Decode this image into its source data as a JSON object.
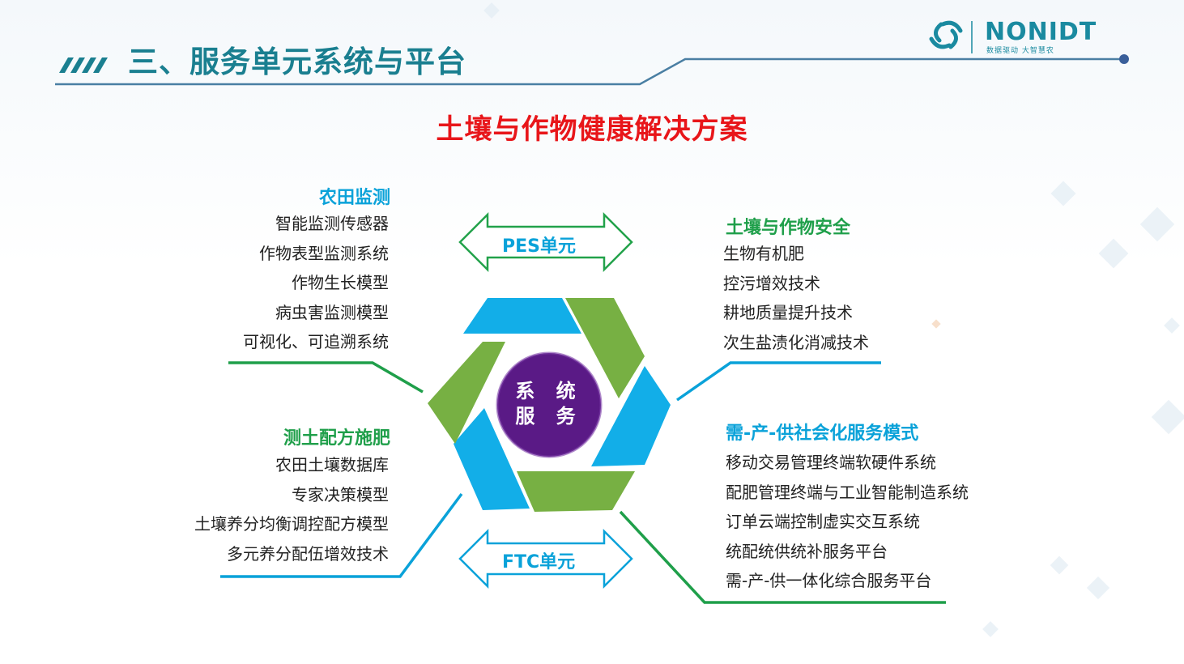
{
  "header": {
    "title": "三、服务单元系统与平台",
    "logo_text": "NONIDT",
    "logo_tagline": "数据驱动 大智慧农"
  },
  "main_title": "土壤与作物健康解决方案",
  "units": {
    "top": "PES单元",
    "bottom": "FTC单元"
  },
  "center": {
    "line1": "系 统",
    "line2": "服 务"
  },
  "sections": {
    "farmland_monitoring": {
      "title": "农田监测",
      "items": [
        "智能监测传感器",
        "作物表型监测系统",
        "作物生长模型",
        "病虫害监测模型",
        "可视化、可追溯系统"
      ]
    },
    "soil_fertilization": {
      "title": "测土配方施肥",
      "items": [
        "农田土壤数据库",
        "专家决策模型",
        "土壤养分均衡调控配方模型",
        "多元养分配伍增效技术"
      ]
    },
    "soil_crop_safety": {
      "title": "土壤与作物安全",
      "items": [
        "生物有机肥",
        "控污增效技术",
        "耕地质量提升技术",
        "次生盐渍化消减技术"
      ]
    },
    "service_mode": {
      "title": "需-产-供社会化服务模式",
      "items": [
        "移动交易管理终端软硬件系统",
        "配肥管理终端与工业智能制造系统",
        "订单云端控制虚实交互系统",
        "统配统供统补服务平台",
        "需-产-供一体化综合服务平台"
      ]
    }
  },
  "colors": {
    "teal": "#1a7f90",
    "red_title": "#e8161a",
    "blue": "#0aa2d9",
    "green": "#1f9f4a",
    "segment_blue": "#12aee8",
    "segment_green": "#77b043",
    "center_purple": "#5a1a86"
  }
}
